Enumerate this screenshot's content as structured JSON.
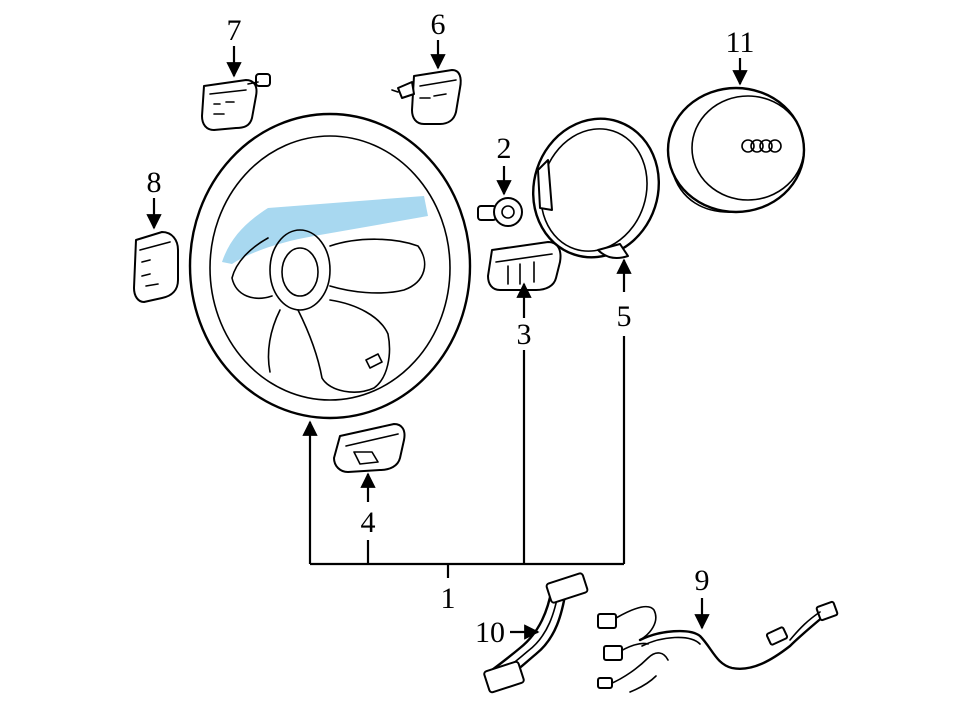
{
  "callouts": {
    "c1": "1",
    "c2": "2",
    "c3": "3",
    "c4": "4",
    "c5": "5",
    "c6": "6",
    "c7": "7",
    "c8": "8",
    "c9": "9",
    "c10": "10",
    "c11": "11"
  },
  "colors": {
    "highlight": "#a8d8f0",
    "line": "#000000",
    "background": "#ffffff"
  }
}
